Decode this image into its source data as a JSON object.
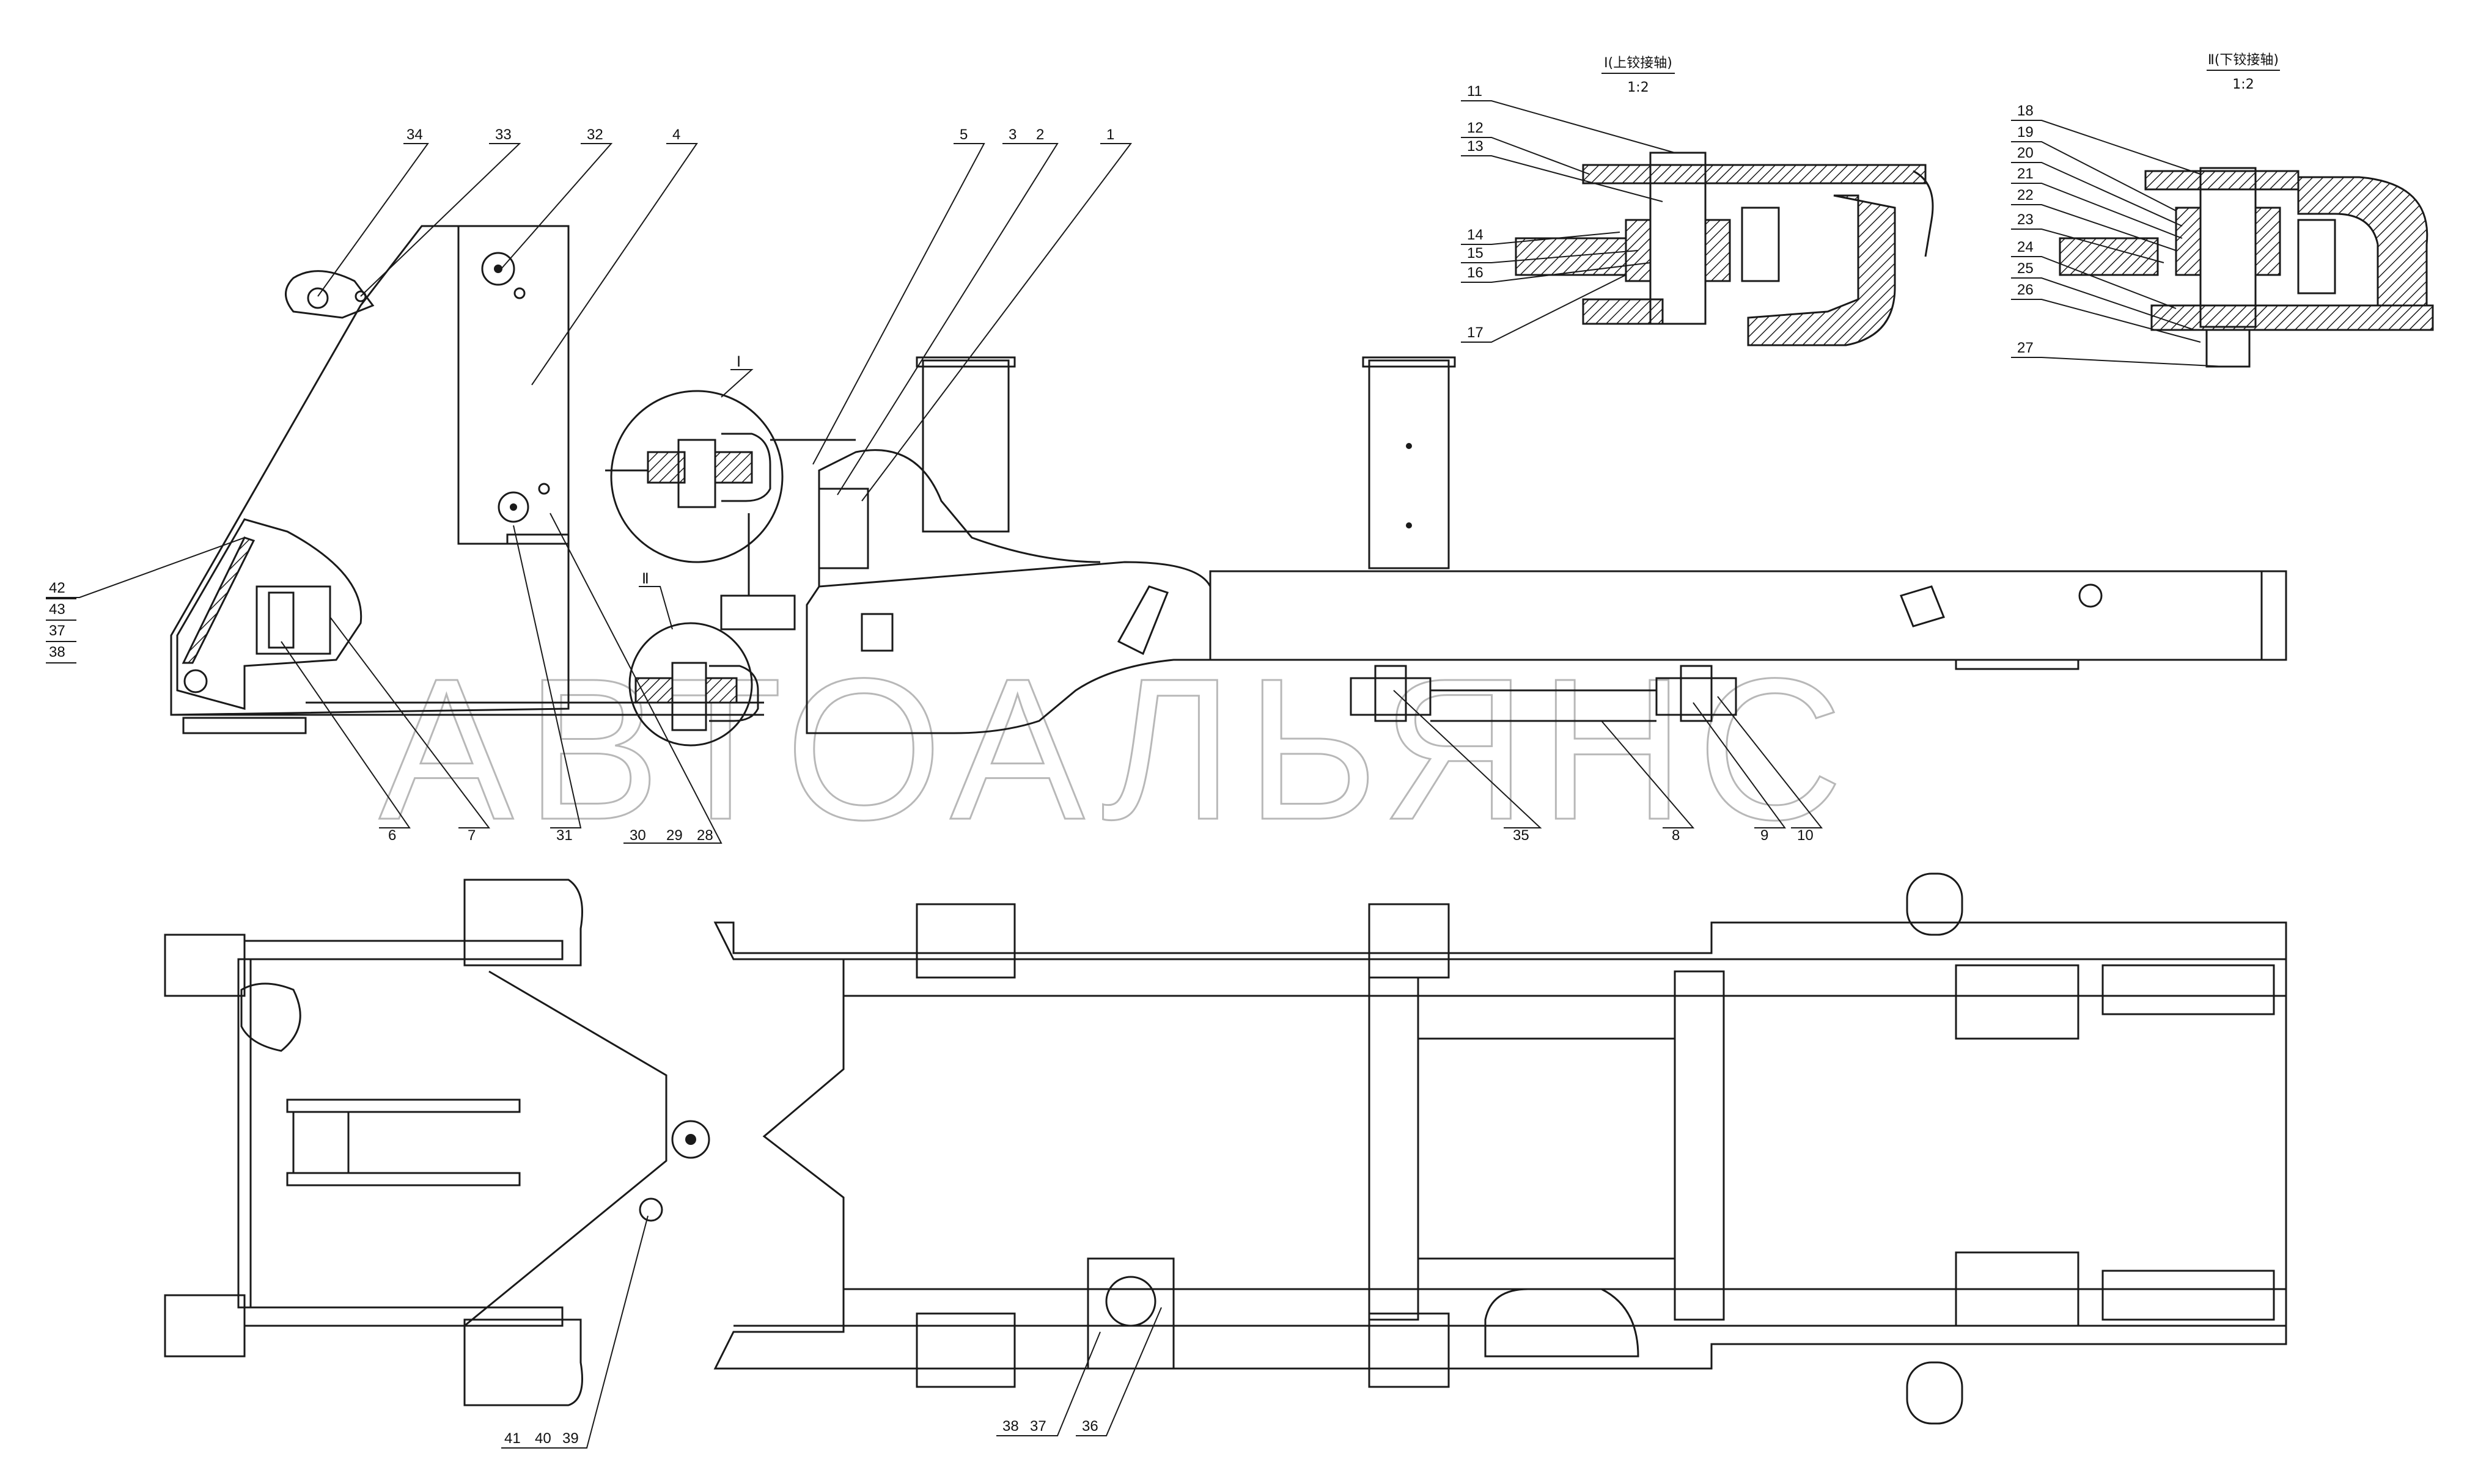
{
  "watermark": "АВТОАЛЬЯНС",
  "views": {
    "detail_1": {
      "title": "Ⅰ(上铰接轴)",
      "scale": "1:2"
    },
    "detail_2": {
      "title": "Ⅱ(下铰接轴)",
      "scale": "1:2"
    },
    "callout_1": "Ⅰ",
    "callout_2": "Ⅱ"
  },
  "callouts": {
    "c1": "1",
    "c2": "2",
    "c3": "3",
    "c4": "4",
    "c5": "5",
    "c6": "6",
    "c7": "7",
    "c8": "8",
    "c9": "9",
    "c10": "10",
    "c11": "11",
    "c12": "12",
    "c13": "13",
    "c14": "14",
    "c15": "15",
    "c16": "16",
    "c17": "17",
    "c18": "18",
    "c19": "19",
    "c20": "20",
    "c21": "21",
    "c22": "22",
    "c23": "23",
    "c24": "24",
    "c25": "25",
    "c26": "26",
    "c27": "27",
    "c28": "28",
    "c29": "29",
    "c30": "30",
    "c31": "31",
    "c32": "32",
    "c33": "33",
    "c34": "34",
    "c35": "35",
    "c36": "36",
    "c37": "37",
    "c38": "38",
    "c39": "39",
    "c40": "40",
    "c41": "41",
    "c42": "42",
    "c43": "43",
    "c37b": "37",
    "c38b": "38"
  }
}
